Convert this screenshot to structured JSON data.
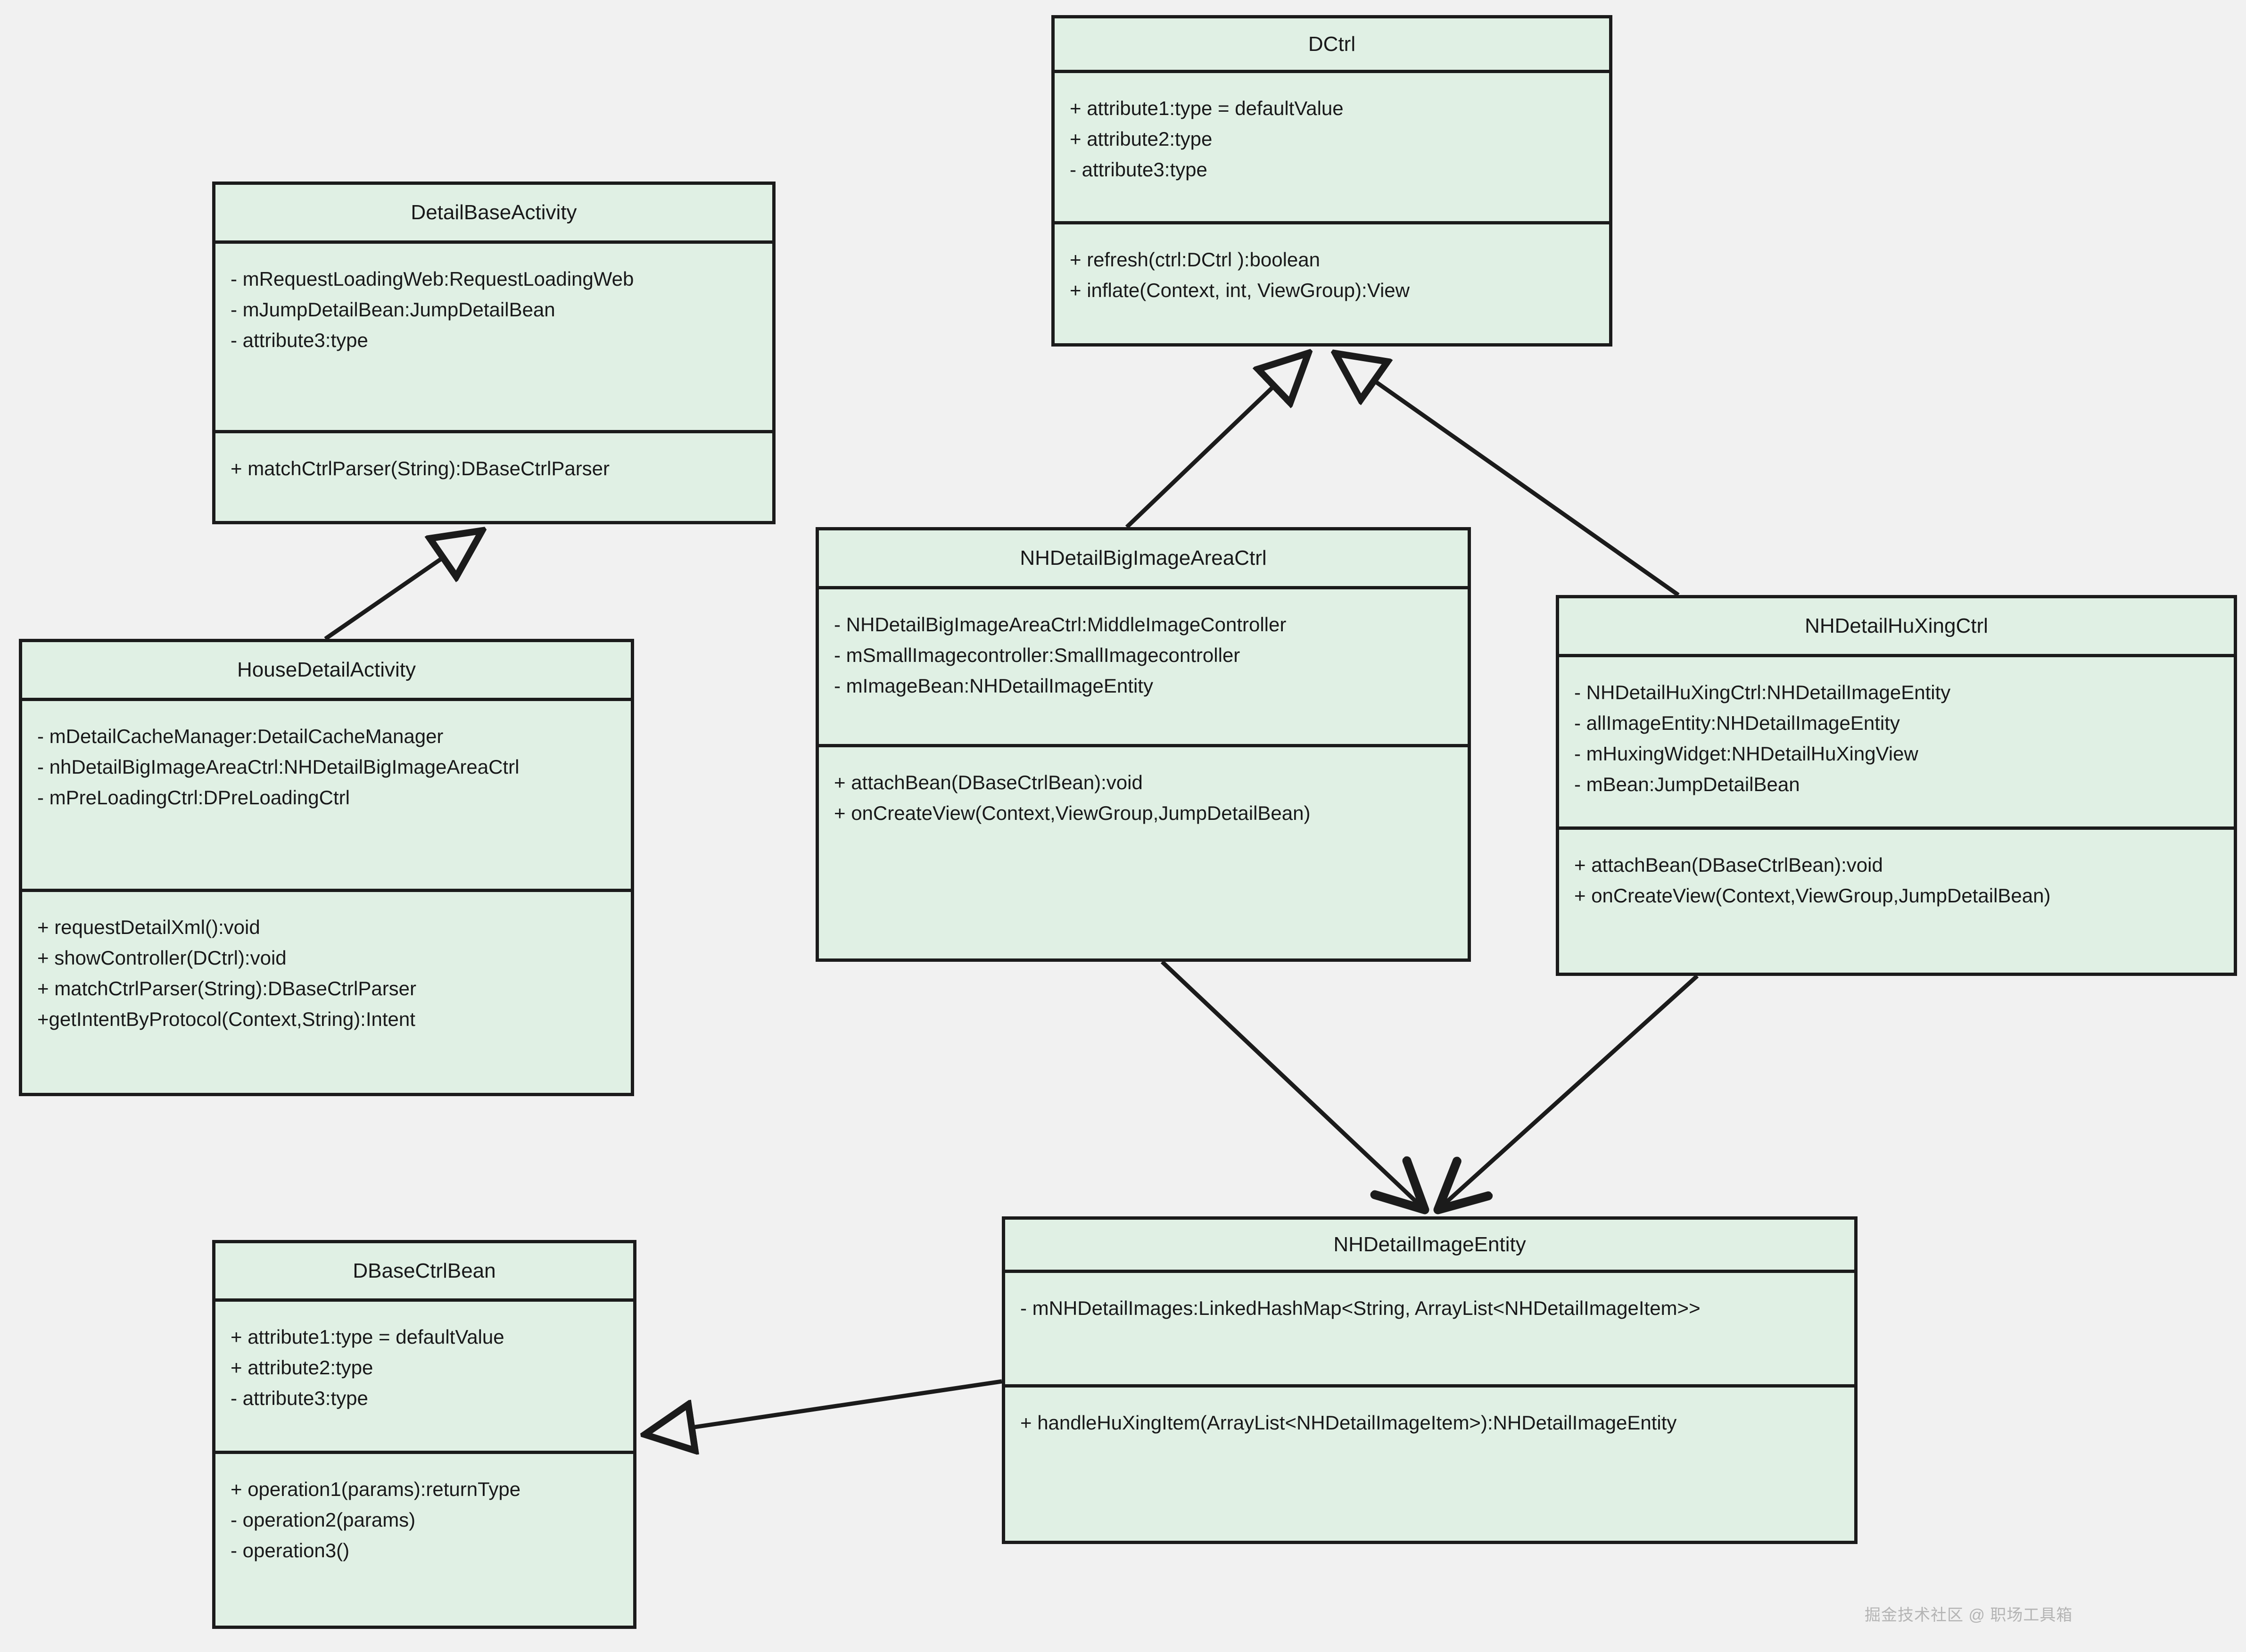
{
  "diagram": {
    "title": "UML Class Diagram",
    "background_color": "#f1f1f1",
    "box_fill_color": "#e0f0e4",
    "box_border_color": "#1b1b1b",
    "text_color": "#19191a"
  },
  "watermark": {
    "text": "掘金技术社区 @ 职场工具箱"
  },
  "classes": {
    "dctrl": {
      "name": "DCtrl",
      "attributes": [
        "+ attribute1:type = defaultValue",
        "+ attribute2:type",
        "- attribute3:type"
      ],
      "operations": [
        "+ refresh(ctrl:DCtrl ):boolean",
        "+ inflate(Context, int, ViewGroup):View"
      ]
    },
    "detail_base_activity": {
      "name": "DetailBaseActivity",
      "attributes": [
        "- mRequestLoadingWeb:RequestLoadingWeb",
        "- mJumpDetailBean:JumpDetailBean",
        "- attribute3:type"
      ],
      "operations": [
        "+ matchCtrlParser(String):DBaseCtrlParser"
      ]
    },
    "house_detail_activity": {
      "name": "HouseDetailActivity",
      "attributes": [
        "- mDetailCacheManager:DetailCacheManager",
        "- nhDetailBigImageAreaCtrl:NHDetailBigImageAreaCtrl",
        "- mPreLoadingCtrl:DPreLoadingCtrl"
      ],
      "operations": [
        "+ requestDetailXml():void",
        "+ showController(DCtrl):void",
        "+ matchCtrlParser(String):DBaseCtrlParser",
        "+getIntentByProtocol(Context,String):Intent"
      ]
    },
    "nh_detail_big_image_area_ctrl": {
      "name": "NHDetailBigImageAreaCtrl",
      "attributes": [
        "- NHDetailBigImageAreaCtrl:MiddleImageController",
        "- mSmallImagecontroller:SmallImagecontroller",
        "- mImageBean:NHDetailImageEntity"
      ],
      "operations": [
        "+ attachBean(DBaseCtrlBean):void",
        "+ onCreateView(Context,ViewGroup,JumpDetailBean)"
      ]
    },
    "nh_detail_hu_xing_ctrl": {
      "name": "NHDetailHuXingCtrl",
      "attributes": [
        "- NHDetailHuXingCtrl:NHDetailImageEntity",
        "- allImageEntity:NHDetailImageEntity",
        "- mHuxingWidget:NHDetailHuXingView",
        "- mBean:JumpDetailBean"
      ],
      "operations": [
        "+ attachBean(DBaseCtrlBean):void",
        "+ onCreateView(Context,ViewGroup,JumpDetailBean)"
      ]
    },
    "nh_detail_image_entity": {
      "name": "NHDetailImageEntity",
      "attributes": [
        "- mNHDetailImages:LinkedHashMap<String, ArrayList<NHDetailImageItem>>"
      ],
      "operations": [
        "+ handleHuXingItem(ArrayList<NHDetailImageItem>):NHDetailImageEntity"
      ]
    },
    "dbase_ctrl_bean": {
      "name": "DBaseCtrlBean",
      "attributes": [
        "+ attribute1:type = defaultValue",
        "+ attribute2:type",
        "- attribute3:type"
      ],
      "operations": [
        "+ operation1(params):returnType",
        "- operation2(params)",
        "- operation3()"
      ]
    }
  },
  "relationships": [
    {
      "from": "HouseDetailActivity",
      "to": "DetailBaseActivity",
      "type": "generalization"
    },
    {
      "from": "NHDetailBigImageAreaCtrl",
      "to": "DCtrl",
      "type": "generalization"
    },
    {
      "from": "NHDetailHuXingCtrl",
      "to": "DCtrl",
      "type": "generalization"
    },
    {
      "from": "NHDetailBigImageAreaCtrl",
      "to": "NHDetailImageEntity",
      "type": "association"
    },
    {
      "from": "NHDetailHuXingCtrl",
      "to": "NHDetailImageEntity",
      "type": "association"
    },
    {
      "from": "NHDetailImageEntity",
      "to": "DBaseCtrlBean",
      "type": "generalization"
    }
  ]
}
